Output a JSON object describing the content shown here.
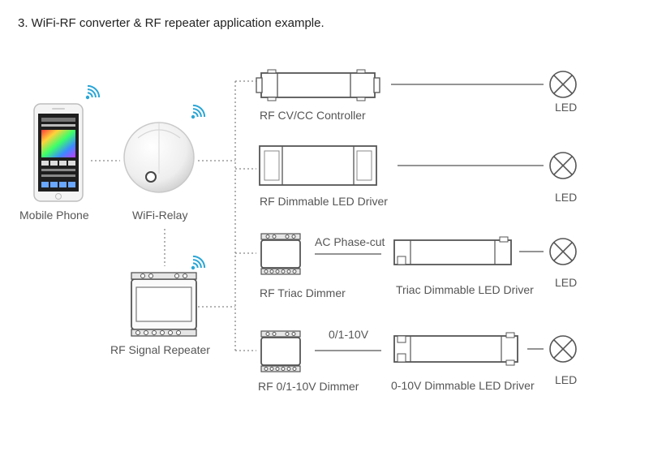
{
  "title": "3. WiFi-RF converter & RF repeater application example.",
  "devices": {
    "phone": "Mobile Phone",
    "relay": "WiFi-Relay",
    "repeater": "RF Signal Repeater"
  },
  "rows": [
    {
      "controller": "RF CV/CC Controller",
      "signal": "",
      "driver": "",
      "load": "LED"
    },
    {
      "controller": "RF Dimmable LED Driver",
      "signal": "",
      "driver": "",
      "load": "LED"
    },
    {
      "controller": "RF Triac Dimmer",
      "signal": "AC Phase-cut",
      "driver": "Triac Dimmable LED Driver",
      "load": "LED"
    },
    {
      "controller": "RF 0/1-10V Dimmer",
      "signal": "0/1-10V",
      "driver": "0-10V Dimmable LED Driver",
      "load": "LED"
    }
  ],
  "colors": {
    "line": "#555555",
    "dotted": "#888888",
    "wifi": "#2aa6d6",
    "text": "#555555"
  },
  "icons": [
    "wifi-icon",
    "lamp-icon",
    "smartphone-icon",
    "relay-icon",
    "repeater-icon",
    "controller-icon",
    "driver-icon",
    "dimmer-icon"
  ]
}
